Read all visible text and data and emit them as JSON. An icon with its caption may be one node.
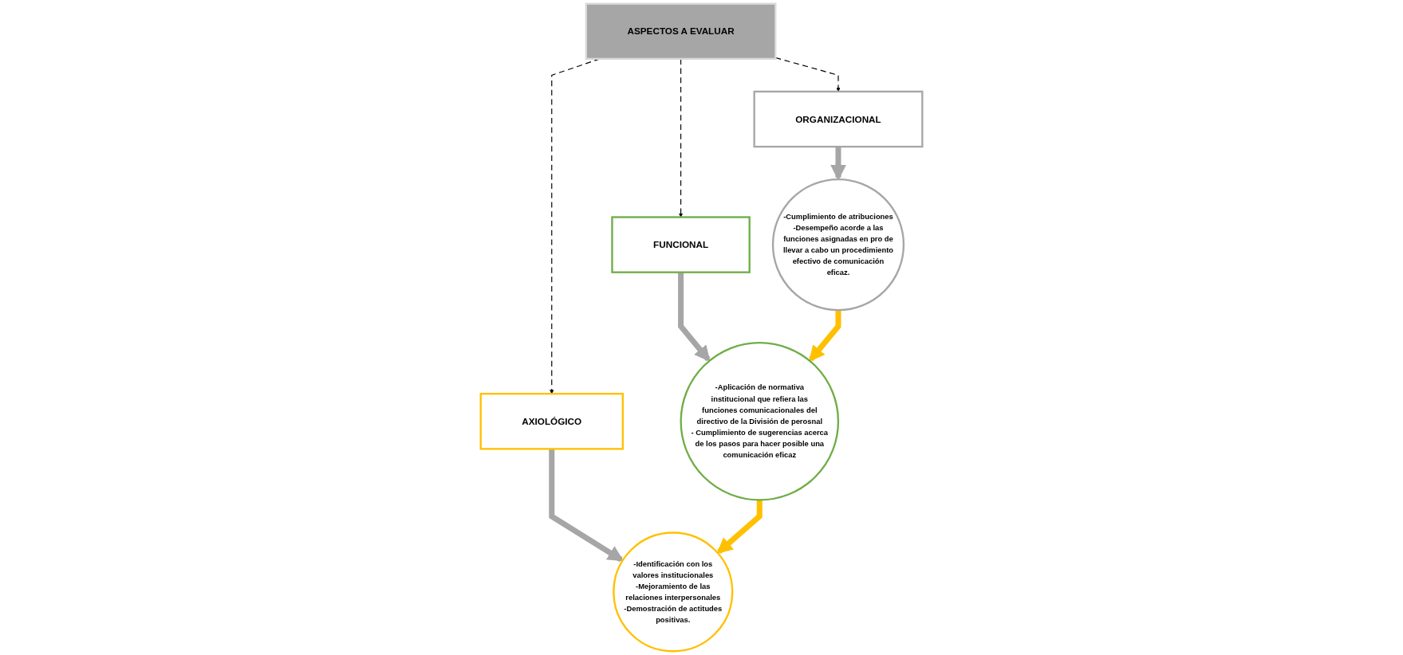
{
  "diagram": {
    "nodes": [
      {
        "text": [
          "ASPECTOS A EVALUAR"
        ]
      },
      {
        "text": [
          "ORGANIZACIONAL"
        ]
      },
      {
        "text": [
          "FUNCIONAL"
        ]
      },
      {
        "text": [
          "AXIOLÓGICO"
        ]
      },
      {
        "text": [
          "-Cumplimiento de atribuciones",
          "-Desempeño acorde a las funciones asignadas en pro de llevar a cabo un procedimiento efectivo de comunicación eficaz."
        ]
      },
      {
        "text": [
          "-Aplicación de normativa institucional que refiera las funciones comunicacionales del directivo de la División de perosnal",
          "- Cumplimiento de sugerencias acerca de los pasos para hacer posible una comunicación eficaz"
        ]
      },
      {
        "text": [
          "-Identificación con los valores institucionales",
          "-Mejoramiento de las relaciones interpersonales",
          "-Demostración de actitudes positivas."
        ]
      }
    ],
    "edges": [
      {
        "from": 0,
        "to": 1,
        "arrow": "to",
        "style": "dashed"
      },
      {
        "from": 0,
        "to": 2,
        "arrow": "to",
        "style": "dashed"
      },
      {
        "from": 0,
        "to": 3,
        "arrow": "to",
        "style": "dashed"
      },
      {
        "from": 1,
        "to": 4,
        "arrow": "to",
        "color": "#a6a6a6"
      },
      {
        "from": 2,
        "to": 5,
        "arrow": "to",
        "color": "#a6a6a6"
      },
      {
        "from": 3,
        "to": 6,
        "arrow": "to",
        "color": "#a6a6a6"
      },
      {
        "from": 4,
        "to": 5,
        "arrow": "to",
        "color": "#ffc000"
      },
      {
        "from": 5,
        "to": 6,
        "arrow": "to",
        "color": "#ffc000"
      }
    ]
  }
}
